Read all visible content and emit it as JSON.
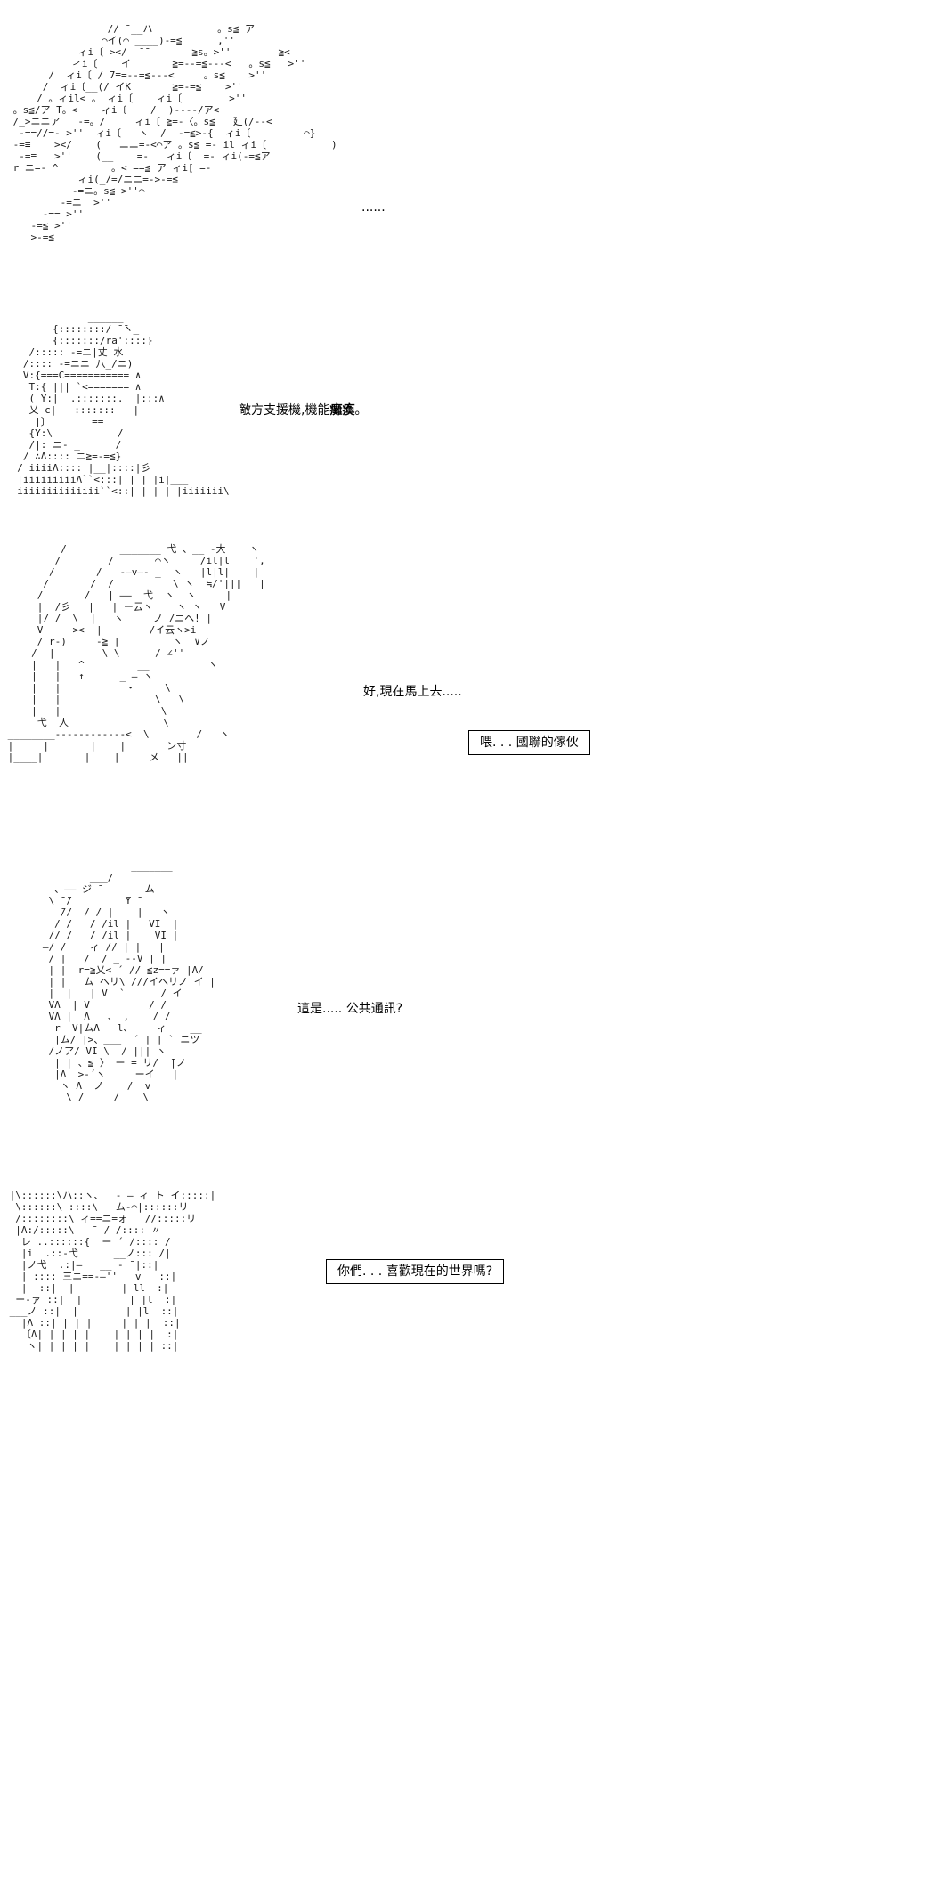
{
  "page": {
    "background": "#ffffff",
    "ink_color": "#1a1a1a"
  },
  "panels": {
    "mecha": {
      "art": "                 // ̄ __ハ           。s≦ ̄ア\n                ⌒イ(⌒ ____)-=≦      ,''\n            ィi〔 ></  ̄ ̄        ≧s。>''        ≧<\n           ィi〔    イ       ≧=--=≦---<   。s≦   >''\n       /  ィi〔 / 7≡=--=≦---<     。s≦    >''\n      /  ィi〔__(/ イK       ≧=-=≦    >''\n     / 。ィil< 。 ィi〔    ィi〔        >''\n 。s≦/ア T。<    ィi〔    /  )----/ア<\n /_>ニニア   -=。/     ィi〔 ≧=-〈。s≦   廴(/--<\n  -==//=- >''  ィi〔   ヽ  /  -=≦>-{  ィi〔         ⌒}\n -=≡    ></    (__ ニニ=-<⌒ア 。s≦ =- il ィi〔___________)\n  -=≡   >''    (__    =-   ィi〔  =- ィi(-=≦ア\n r ニ=- ^         。< ==≦ ア ィi[ =-\n            ィi(_/=/ニニ=->-=≦\n           -=ニ。s≦ >''⌒\n         -=ニ  >''\n      -== >''\n    -=≦ >''\n    >-=≦",
      "dots": "......"
    },
    "face": {
      "art": "              ______\n        {::::::::/ ̄ ̄ヽ_\n        {:::::::/ra'::::}\n    /::::: -=ニ|丈 水\n   /:::: -=ニニ 八_/ニ)\n   V:{===C=========== ∧\n    T:{ ||| `<======= ∧\n    ( Y:|  .:::::::.  |:::∧\n    乂 c|   :::::::   |\n     |〕       ==\n    {Y:\\           /\n    /|: ニ- _      /\n   / ∴Λ:::: ニ≧=-=≦}\n  / iiiiΛ:::: |__|::::|彡\n  |iiiiiiiiiΛ``<:::| | | |i|___\n  iiiiiiiiiiiiii``<::| | | | |iiiiiii\\"
    },
    "pilot": {
      "art": "          /         _______ 弋 、__ -大    ヽ\n         /        /       ⌒ヽ     /il|l    ',\n        /       /   -―v―- _  ヽ   |l|l|    |\n       /       /  /          \\ ヽ  ≒/'|||   |\n      /       /   | ――  弋  ヽ  ヽ     |\n      |  /彡   |   | ー云ヽ    ヽ ヽ   V\n      |/ /  \\  |   ヽ     ノ /ニヘ! |\n      V     ><  |        /イ云ヽ>i\n      / r-)     -≧ |         ヽ  ∨ノ\n     /  |        \\ \\      / ∠''\n     |   |   ^         __          ヽ\n     |   |   ↑      _ ― ヽ\n     |   |           ・     \\\n     |   |                \\   \\\n     |   |                 \\\n      弋  人                \\\n ________------------<  \\        /   ヽ\n |     |       |    |       ン寸\n |____|       |    |     メ   ||"
    },
    "girl": {
      "art": "                  _______\n           ___/ ̄ ̄ ̄\n     、―― ジ ̄        ム\n    \\ ̄ ̄/         ̄Y ̄\n      ̄//  / / |    |   ヽ\n     / /   / /il |   VI  |\n    // /   / /il |    VI |\n   ―/ /    ィ // | |   |\n    / |   /  / _ --V | |\n    | |  r=≧乂< ´ // ≦z==ァ |Λ/\n    | |   ム ヘリ\\ ///イヘリノ イ |\n    |  |   | V  `      / イ\n    VΛ  | V          / /\n    VΛ |  Λ   、 ,    / /\n     r  V|ムΛ   l、    ィ    __\n     |ム/ |>、___  ´ | | ` ニツ\n    /ノア/ VI \\  / ||| ヽ\n     | | 、≦ 〉 ー = リ/  ̄|ノ\n     |Λ  >-´ヽ     ーイ   |\n      ヽ Λ  ノ    /  v\n       \\ /     /    \\"
    },
    "figure": {
      "art": " |\\::::::\\ハ::ヽ、  - ― ィ ト イ:::::|\n  \\::::::\\ ::::\\   ム-⌒|::::::リ\n  /::::::::\\ ィ==ニ=ォ   //:::::リ\n  |Λ:/:::::\\   ̄  / /:::: 〃\n   レ ..::::::{  ー ´ /:::: /\n   |i  .::-弋      __ノ::: /|\n   |ノ弋  .:|―   __ - ̄ |::|\n   | :::: 三ニ==-―''   v   ::|\n   |  ::|  |        | ll  :|\n  ー-ァ ::|  |        | |l  :|\n ___ノ ::|  |        | |l  ::|\n   |Λ ::| | | |     | | |  ::|\n   〔Λ| | | | |    | | | |  :|\n    ヽ| | | | |    | | | | ::|"
    }
  },
  "dialogues": {
    "support_prefix": "敵方支援機,機能",
    "support_bold": "癱瘓",
    "support_suffix": "。",
    "go_now": "好,現在馬上去.....",
    "hey_box": "喂. . . 國聯的傢伙",
    "public_channel": "這是..... 公共通訊?",
    "world_box": "你們. . . 喜歡現在的世界嗎?"
  }
}
